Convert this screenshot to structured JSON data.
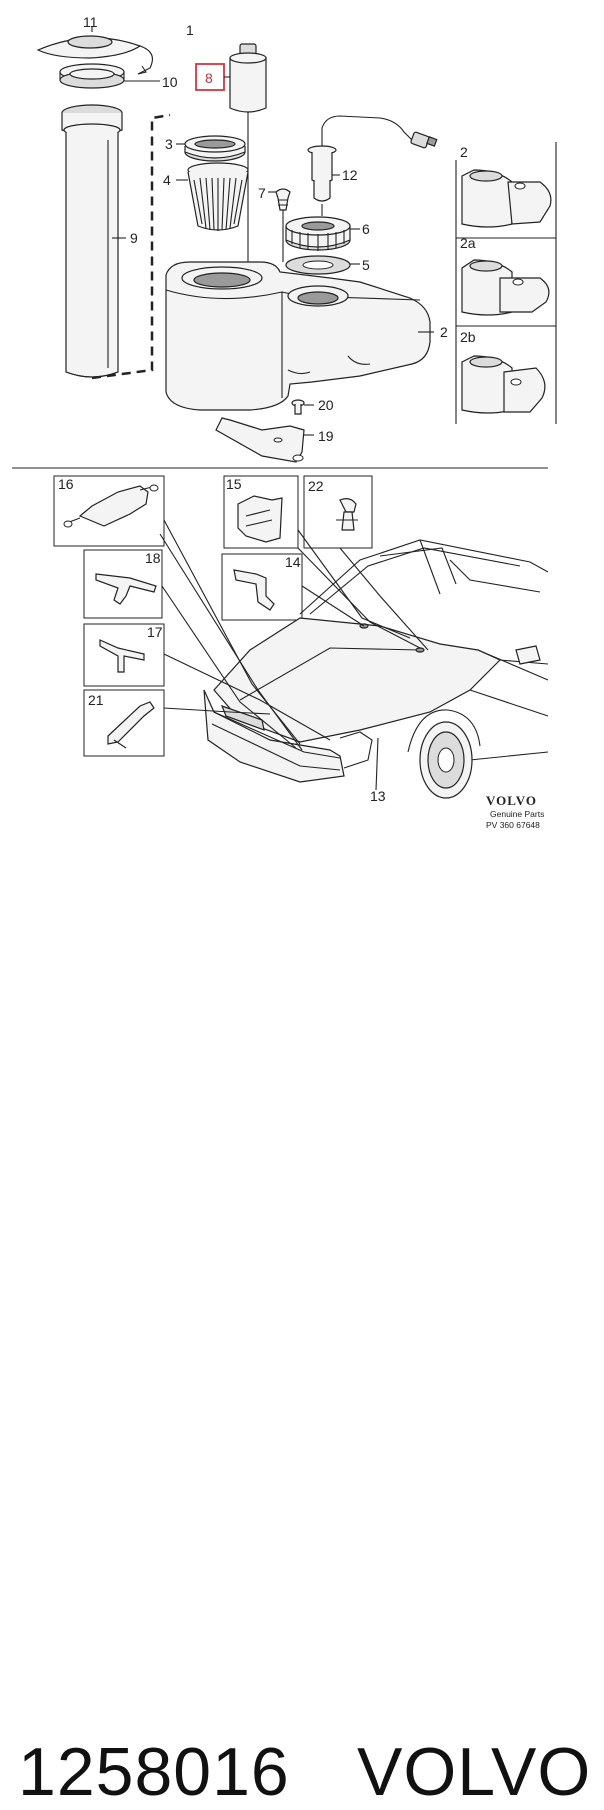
{
  "diagram": {
    "callouts": {
      "c1": "1",
      "c2_tank": "2",
      "c2_variant": "2",
      "c2a": "2a",
      "c2b": "2b",
      "c3": "3",
      "c4": "4",
      "c5": "5",
      "c6": "6",
      "c7": "7",
      "c8": "8",
      "c9": "9",
      "c10": "10",
      "c11": "11",
      "c12": "12",
      "c13": "13",
      "c14": "14",
      "c15": "15",
      "c16": "16",
      "c17": "17",
      "c18": "18",
      "c19": "19",
      "c20": "20",
      "c21": "21",
      "c22": "22"
    },
    "highlighted_callout": "8",
    "brand_logo": "VOLVO",
    "genuine_parts": "Genuine Parts",
    "doc_code": "PV 360 67648"
  },
  "caption": {
    "part_number": "1258016",
    "brand": "VOLVO"
  }
}
